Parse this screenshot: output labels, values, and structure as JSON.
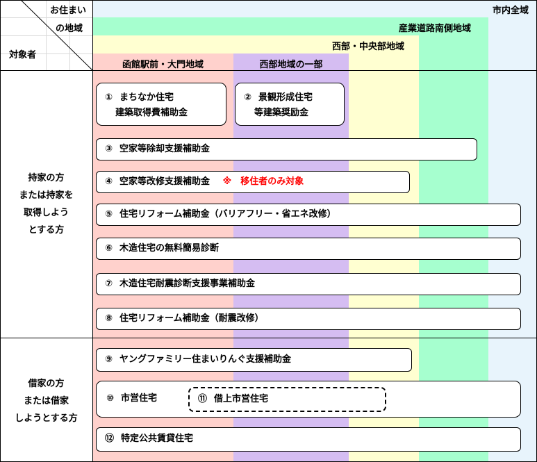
{
  "header": {
    "residence_line1": "お住まい",
    "residence_line2": "の地域",
    "target": "対象者"
  },
  "zones": {
    "city_all": "市内全域",
    "south_road": "産業道路南側地域",
    "west_central": "西部・中央部地域",
    "hakodate_station": "函館駅前・大門地域",
    "west_partial": "西部地域の一部"
  },
  "groups": {
    "owners": [
      "持家の方",
      "または持家を",
      "取得しよう",
      "とする方"
    ],
    "renters": [
      "借家の方",
      "または借家",
      "しようとする方"
    ]
  },
  "programs": [
    {
      "num": "①",
      "line1": "まちなか住宅",
      "line2": "建築取得費補助金"
    },
    {
      "num": "②",
      "line1": "景観形成住宅",
      "line2": "等建築奨励金"
    },
    {
      "num": "③",
      "label": "空家等除却支援補助金"
    },
    {
      "num": "④",
      "label": "空家等改修支援補助金",
      "note": "※　移住者のみ対象"
    },
    {
      "num": "⑤",
      "label": "住宅リフォーム補助金（バリアフリー・省エネ改修）"
    },
    {
      "num": "⑥",
      "label": "木造住宅の無料簡易診断"
    },
    {
      "num": "⑦",
      "label": "木造住宅耐震診断支援事業補助金"
    },
    {
      "num": "⑧",
      "label": "住宅リフォーム補助金（耐震改修）"
    },
    {
      "num": "⑨",
      "label": "ヤングファミリー住まいりんぐ支援補助金"
    },
    {
      "num": "⑩",
      "label": "市営住宅"
    },
    {
      "num": "⑪",
      "label": "借上市営住宅"
    },
    {
      "num": "⑫",
      "label": "特定公共賃貸住宅"
    }
  ],
  "colors": {
    "city_all": "#e8f4fc",
    "south_road": "#a6ffcf",
    "west_central": "#ffffd1",
    "hakodate_station": "#ffd1cc",
    "west_partial": "#d5bdf2",
    "note_red": "#ff0000"
  }
}
